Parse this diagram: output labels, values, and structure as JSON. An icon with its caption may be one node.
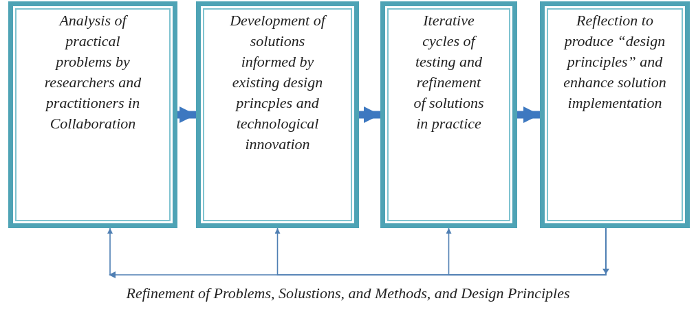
{
  "diagram": {
    "caption": "Refinement of Problems, Solustions, and Methods, and Design Principles",
    "nodes": [
      {
        "text": [
          "Analysis of practical problems by researchers and practitioners in Collaboration"
        ]
      },
      {
        "text": [
          "Development of solutions informed by existing design princples and technological innovation"
        ]
      },
      {
        "text": [
          "Iterative cycles of testing and refinement of solutions in practice"
        ]
      },
      {
        "text": [
          "Reflection to produce “design principles” and enhance solution implementation"
        ]
      }
    ],
    "edges": [
      {
        "from": 0,
        "to": 1,
        "arrow": "to",
        "style": "thick"
      },
      {
        "from": 1,
        "to": 2,
        "arrow": "to",
        "style": "thick"
      },
      {
        "from": 2,
        "to": 3,
        "arrow": "to",
        "style": "thick"
      },
      {
        "from": 3,
        "to": 0,
        "arrow": "to"
      },
      {
        "from": 3,
        "to": 1,
        "arrow": "to"
      },
      {
        "from": 3,
        "to": 2,
        "arrow": "to"
      }
    ]
  }
}
